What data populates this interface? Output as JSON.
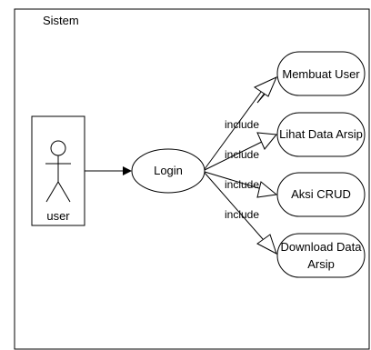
{
  "system": {
    "label": "Sistem"
  },
  "actor": {
    "label": "user"
  },
  "main_use_case": {
    "label": "Login"
  },
  "relation": {
    "label": "include"
  },
  "use_cases": [
    {
      "lines": [
        "Membuat User"
      ]
    },
    {
      "lines": [
        "Lihat Data Arsip"
      ]
    },
    {
      "lines": [
        "Aksi CRUD"
      ]
    },
    {
      "lines": [
        "Download Data",
        "Arsip"
      ]
    }
  ],
  "colors": {
    "stroke": "#000000",
    "background": "#ffffff"
  }
}
